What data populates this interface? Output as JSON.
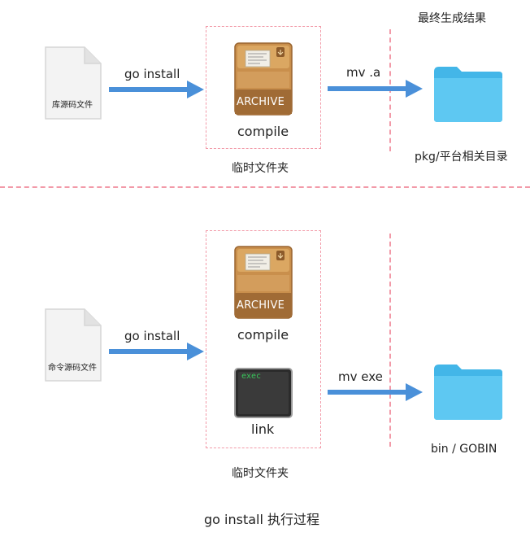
{
  "top": {
    "result_title": "最终生成结果",
    "source_label": "库源码文件",
    "arrow1_label": "go install",
    "archive_text": "ARCHIVE",
    "compile_label": "compile",
    "temp_label": "临时文件夹",
    "arrow2_label": "mv .a",
    "folder_label": "pkg/平台相关目录"
  },
  "bottom": {
    "source_label": "命令源码文件",
    "arrow1_label": "go install",
    "archive_text": "ARCHIVE",
    "compile_label": "compile",
    "exec_text": "exec",
    "link_label": "link",
    "temp_label": "临时文件夹",
    "arrow2_label": "mv exe",
    "folder_label": "bin / GOBIN"
  },
  "caption": "go install 执行过程",
  "colors": {
    "dash": "#f29aa8",
    "arrow": "#4a90d9",
    "folder": "#5bc4ef"
  },
  "icons": [
    "document-icon",
    "archive-box-icon",
    "terminal-icon",
    "folder-icon",
    "arrow-right-icon"
  ]
}
